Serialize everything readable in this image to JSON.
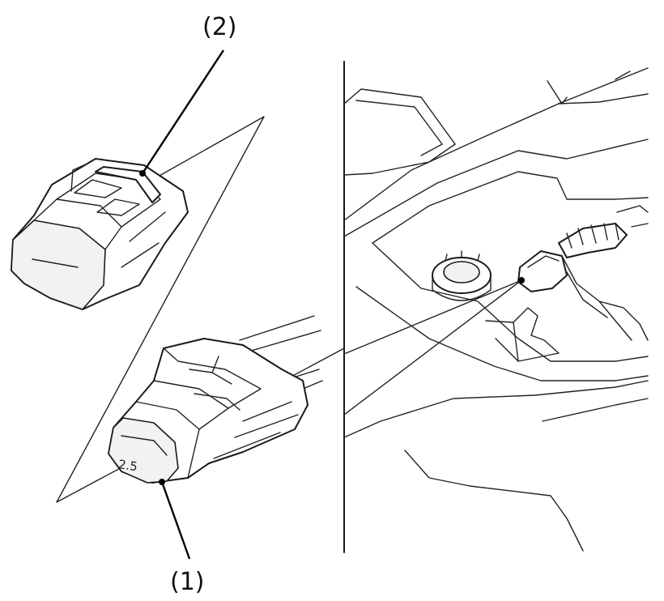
{
  "callouts": {
    "part_1": "(1)",
    "part_2": "(2)"
  },
  "connector_marking": "2.5",
  "colors": {
    "line": "#1a1a1a",
    "background": "#ffffff"
  }
}
